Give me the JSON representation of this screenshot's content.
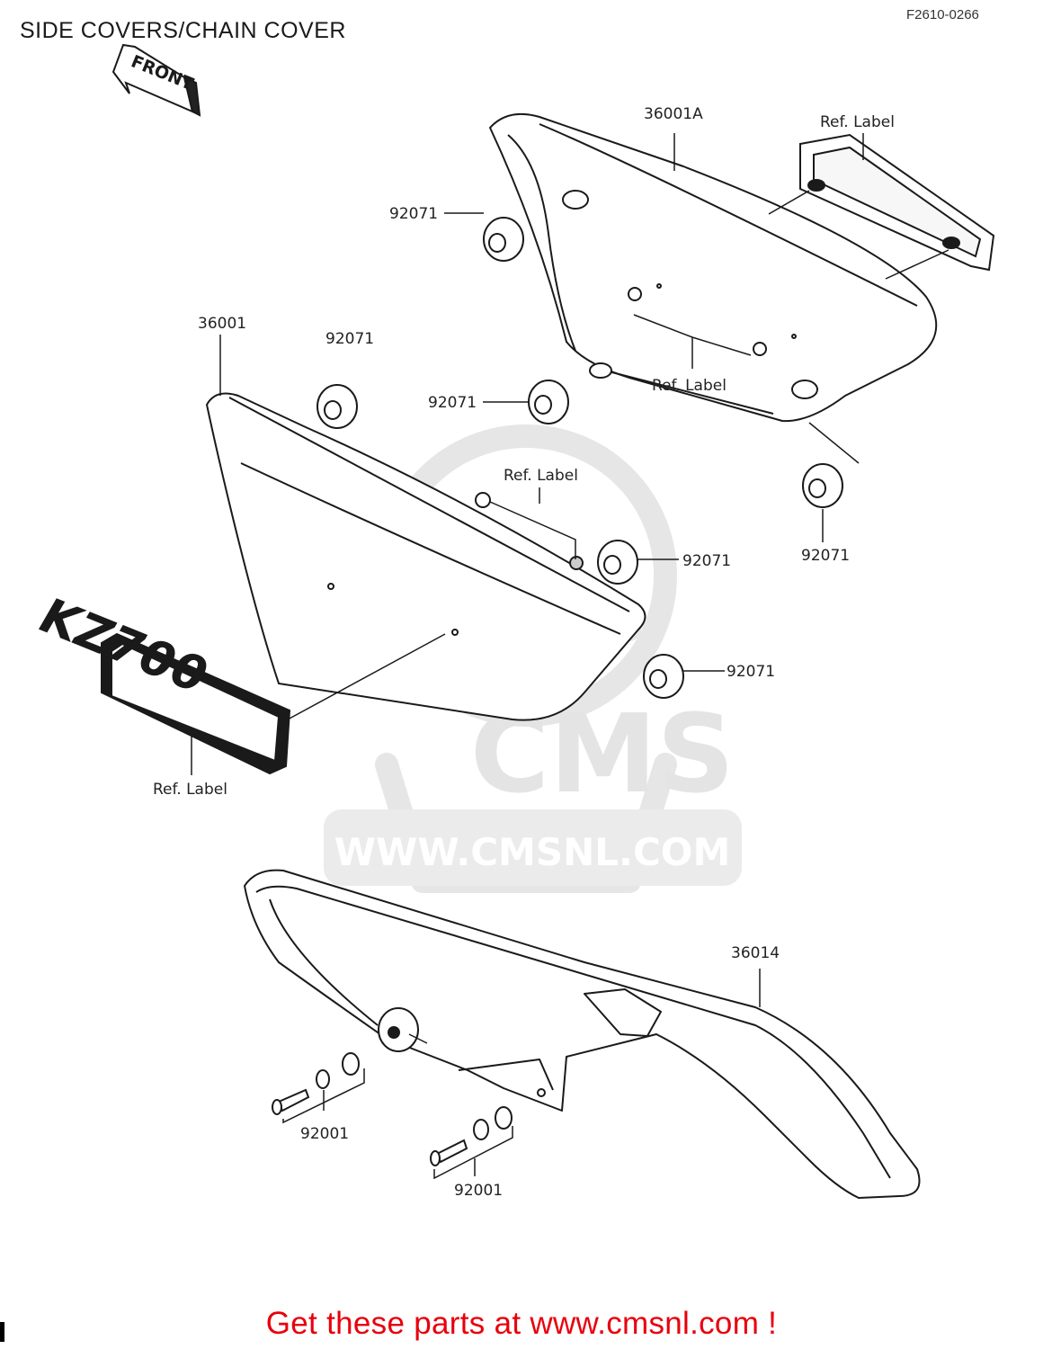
{
  "title": "SIDE COVERS/CHAIN COVER",
  "figure_code": "F2610-0266",
  "front_sign": "FRONT",
  "emblem_text": "KZ700",
  "watermark": {
    "brand": "CMS",
    "url": "WWW.CMSNL.COM"
  },
  "callouts": {
    "p36001A": "36001A",
    "p36001": "36001",
    "p36014": "36014",
    "ref_label": "Ref. Label",
    "p92071": "92071",
    "p92001": "92001"
  },
  "footer": "Get these parts at www.cmsnl.com !",
  "colors": {
    "line": "#1a1a1a",
    "watermark": "#e6e6e6",
    "footer_text": "#e8000c"
  }
}
